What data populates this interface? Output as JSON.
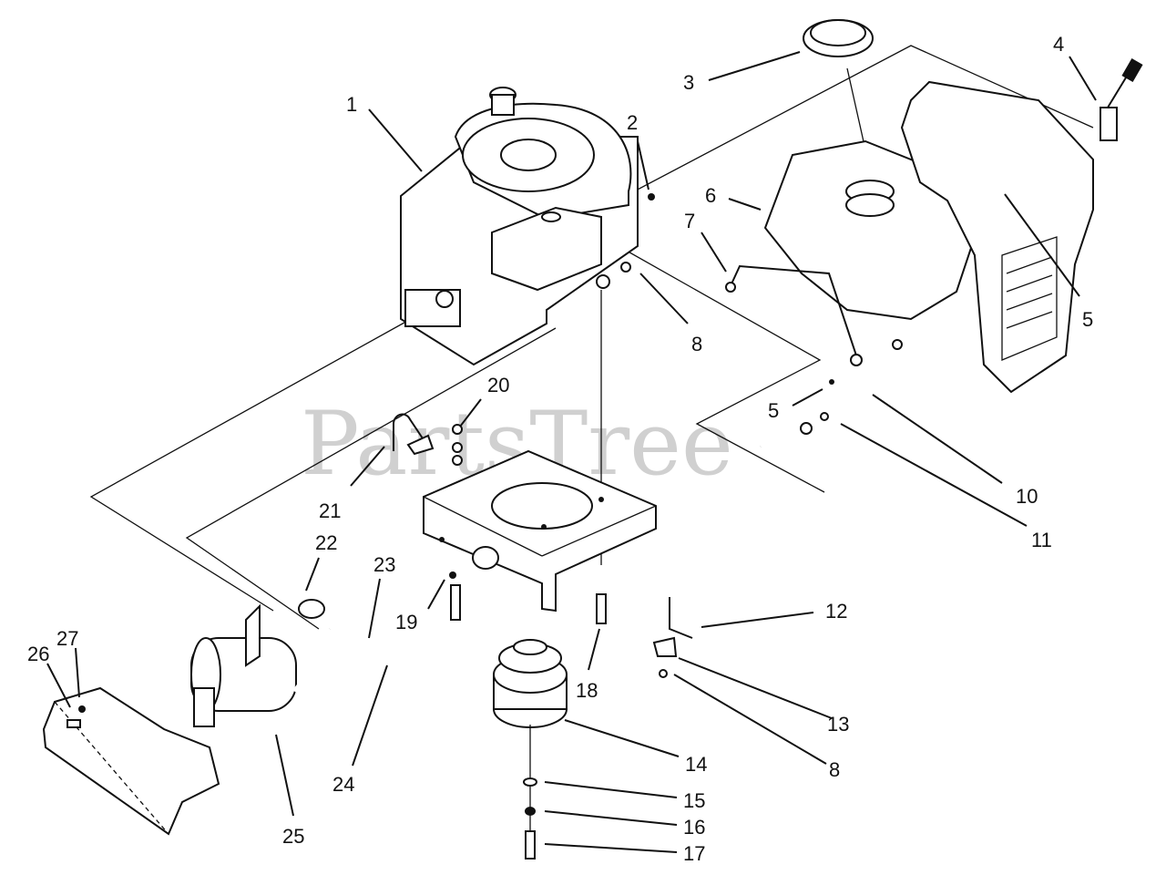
{
  "watermark": "PartsTree",
  "callouts": [
    "1",
    "2",
    "3",
    "4",
    "5",
    "6",
    "7",
    "8",
    "5",
    "20",
    "10",
    "21",
    "11",
    "22",
    "23",
    "12",
    "19",
    "27",
    "26",
    "18",
    "13",
    "8",
    "14",
    "24",
    "15",
    "25",
    "16",
    "17"
  ]
}
